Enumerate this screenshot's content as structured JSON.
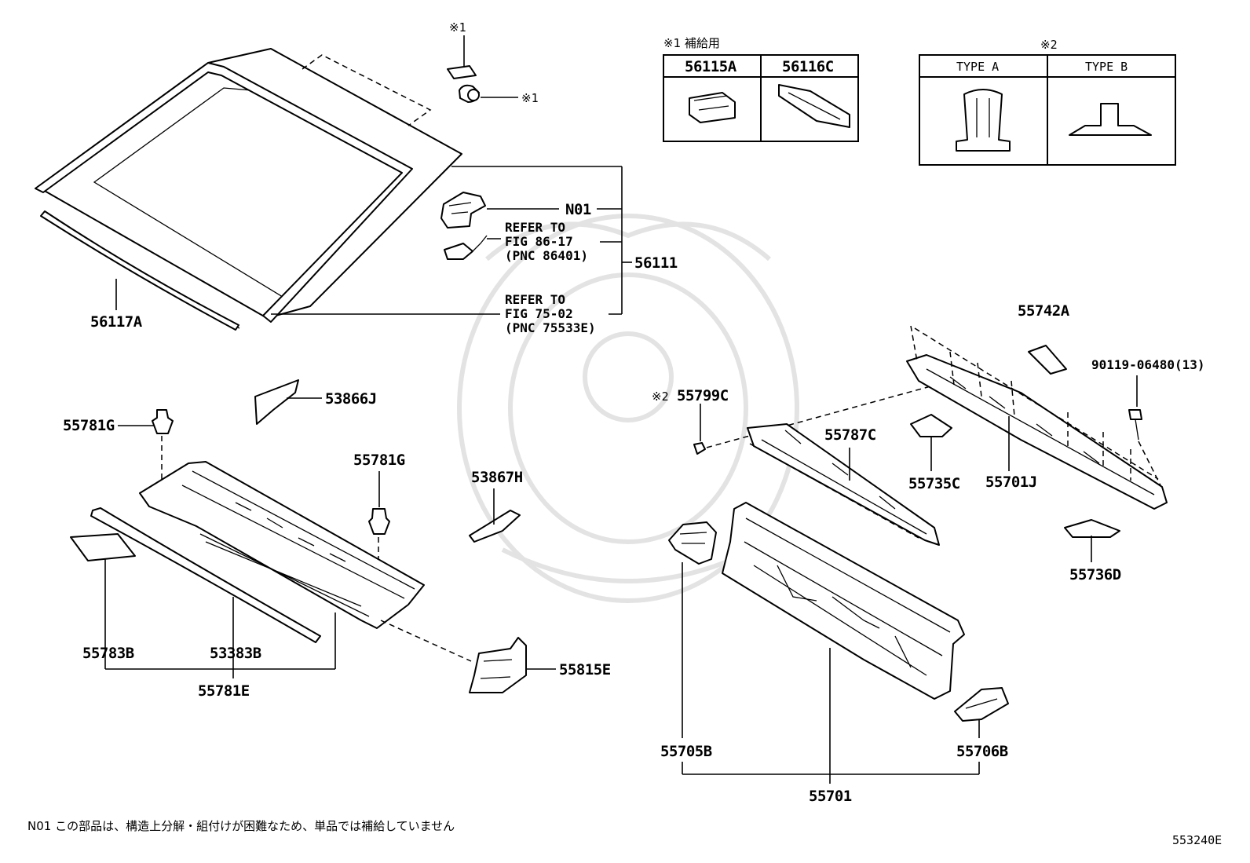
{
  "parts": {
    "p56117A": "56117A",
    "p56111": "56111",
    "n01": "N01",
    "ref1_l1": "REFER TO",
    "ref1_l2": "FIG 86-17",
    "ref1_l3": "(PNC 86401)",
    "ref2_l1": "REFER TO",
    "ref2_l2": "FIG 75-02",
    "ref2_l3": "(PNC 75533E)",
    "mark1_top": "※1",
    "mark1_side": "※1",
    "p53866J": "53866J",
    "p55781G_a": "55781G",
    "p55781G_b": "55781G",
    "p53867H": "53867H",
    "p55783B": "55783B",
    "p53383B": "53383B",
    "p55781E": "55781E",
    "p55815E": "55815E",
    "p55799C": "55799C",
    "mark2_inline": "※2",
    "p55787C": "55787C",
    "p55735C": "55735C",
    "p55742A": "55742A",
    "p90119": "90119-06480(13)",
    "p55701J": "55701J",
    "p55736D": "55736D",
    "p55705B": "55705B",
    "p55706B": "55706B",
    "p55701": "55701"
  },
  "table1": {
    "header": "※1 補給用",
    "col1": "56115A",
    "col2": "56116C"
  },
  "table2": {
    "header": "※2",
    "col1": "TYPE A",
    "col2": "TYPE B"
  },
  "footnote": "N01 この部品は、構造上分解・組付けが困難なため、単品では補給していません",
  "figure_id": "553240E"
}
